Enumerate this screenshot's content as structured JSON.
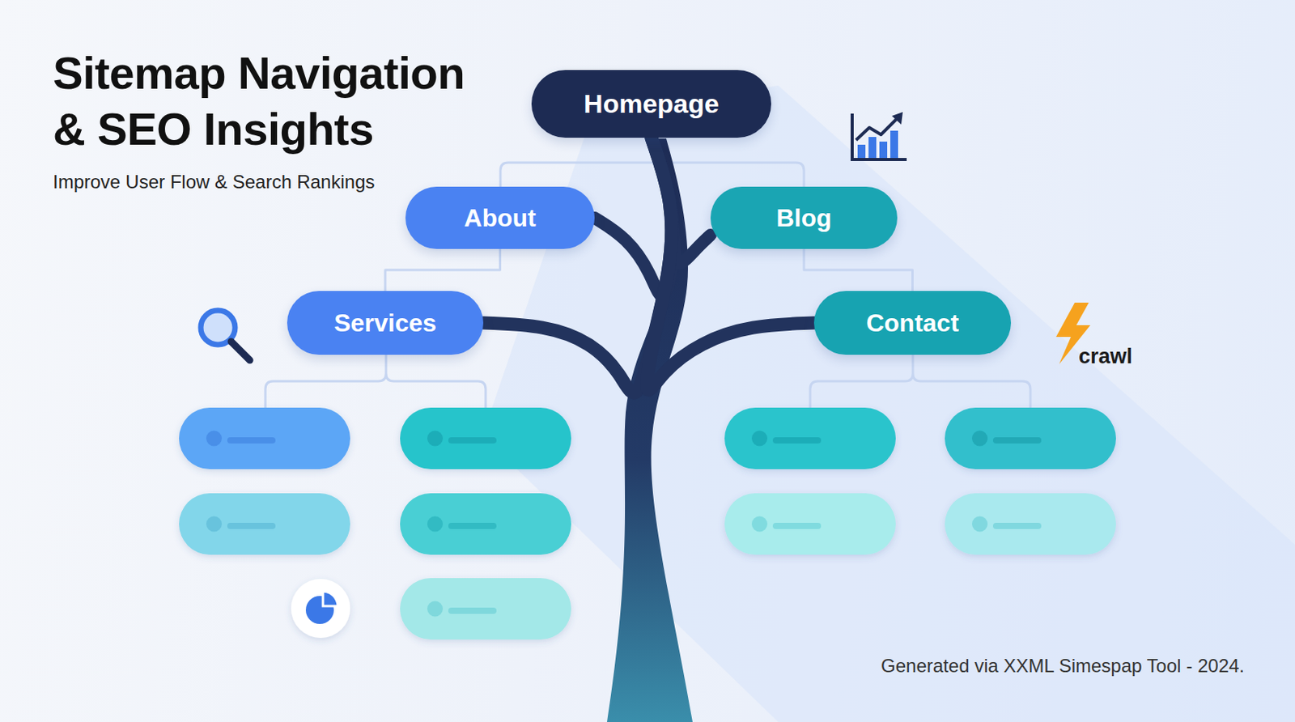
{
  "diagram": {
    "title": "Sitemap Navigation & SEO Insights",
    "caption": "Generated via XXML Simespap Tool - 2024.",
    "nodes": [
      {
        "text": [
          "Homepage"
        ]
      },
      {
        "text": [
          "About"
        ]
      },
      {
        "text": [
          "Blog"
        ]
      },
      {
        "text": [
          "Services"
        ]
      },
      {
        "text": [
          "Contact"
        ]
      }
    ],
    "edges": [
      {
        "from": 0,
        "to": 1,
        "arrow": "none"
      },
      {
        "from": 0,
        "to": 2,
        "arrow": "none"
      },
      {
        "from": 0,
        "to": 3,
        "arrow": "none"
      },
      {
        "from": 0,
        "to": 4,
        "arrow": "none"
      },
      {
        "from": 1,
        "to": 3,
        "arrow": "none"
      },
      {
        "from": 2,
        "to": 4,
        "arrow": "none"
      }
    ],
    "labels": [
      "Improve User Flow & Search Rankings",
      "crawl"
    ]
  }
}
